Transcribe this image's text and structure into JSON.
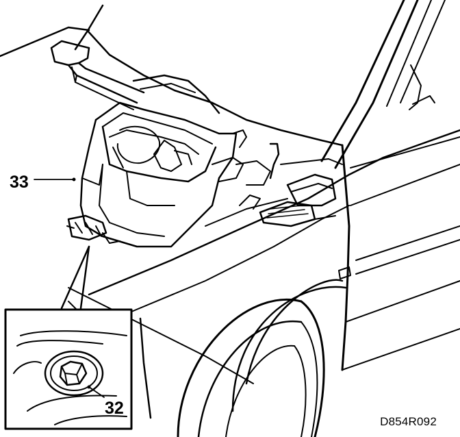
{
  "callouts": {
    "heater_unit": "33",
    "nut": "32"
  },
  "figure_reference": "D854R092",
  "colors": {
    "ink": "#000000",
    "paper": "#ffffff"
  }
}
